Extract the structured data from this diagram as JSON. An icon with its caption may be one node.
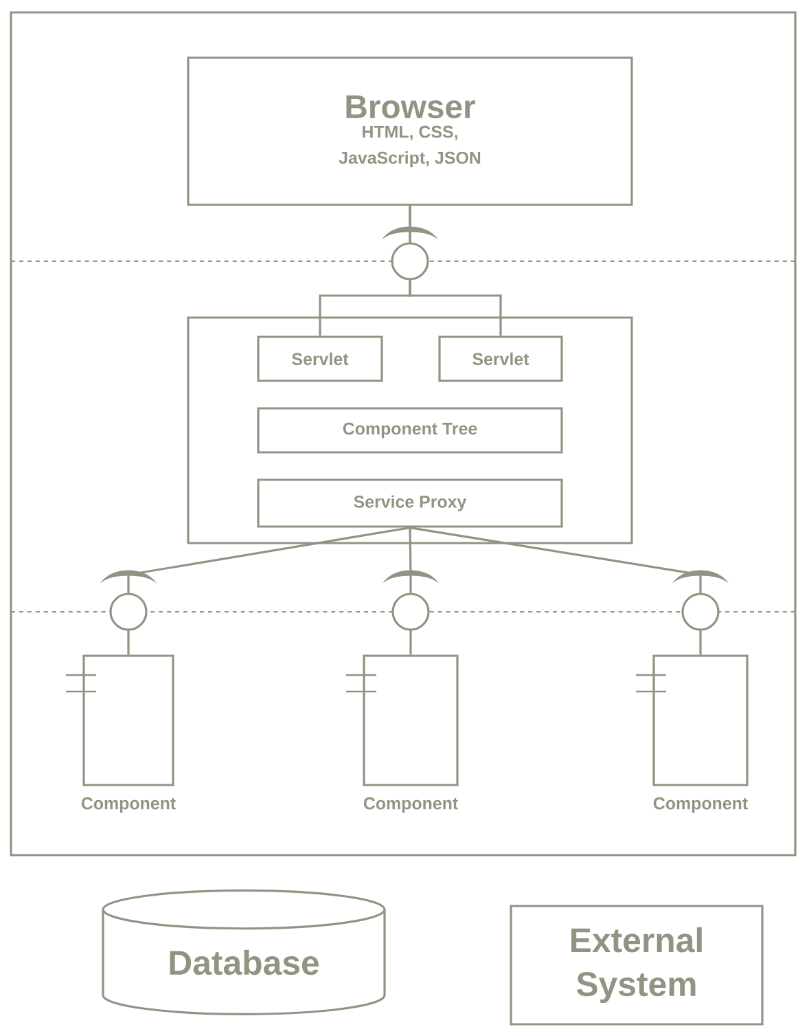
{
  "diagram": {
    "nodes": [
      {
        "text": [],
        "shape": "box"
      },
      {
        "text": [
          "Browser",
          "HTML, CSS, JavaScript, JSON"
        ],
        "in": 0
      },
      {
        "text": [],
        "shape": "box",
        "in": 0
      },
      {
        "text": [
          "Servlet"
        ],
        "in": 2
      },
      {
        "text": [
          "Servlet"
        ],
        "in": 2
      },
      {
        "text": [
          "Component Tree"
        ],
        "in": 2
      },
      {
        "text": [
          "Service Proxy"
        ],
        "in": 2
      },
      {
        "text": [
          "Component"
        ],
        "in": 0
      },
      {
        "text": [
          "Component"
        ],
        "in": 0
      },
      {
        "text": [
          "Component"
        ],
        "in": 0
      },
      {
        "text": [
          "Database"
        ]
      },
      {
        "text": [
          "External System"
        ]
      }
    ],
    "edges": [
      {
        "from": 1,
        "to": 3,
        "arrow": "none"
      },
      {
        "from": 1,
        "to": 4,
        "arrow": "none"
      },
      {
        "from": 6,
        "to": 7,
        "arrow": "none"
      },
      {
        "from": 6,
        "to": 8,
        "arrow": "none"
      },
      {
        "from": 6,
        "to": 9,
        "arrow": "none"
      }
    ]
  }
}
